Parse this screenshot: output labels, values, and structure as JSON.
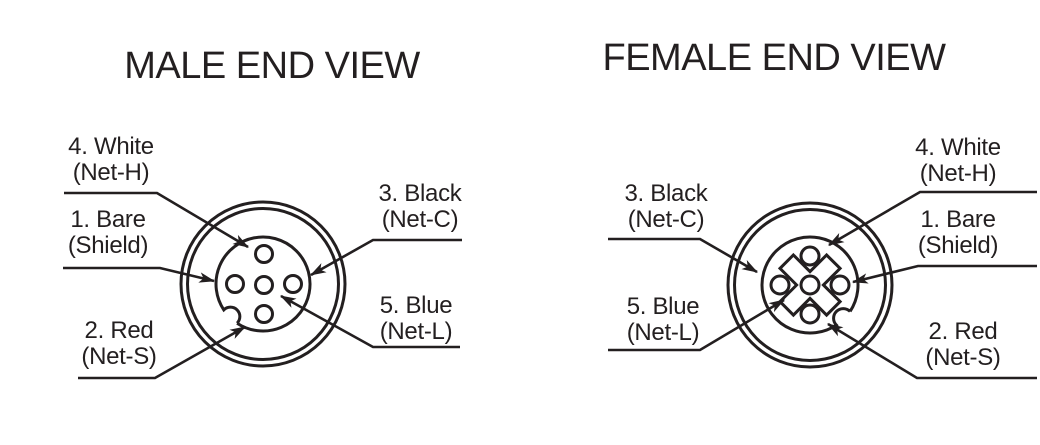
{
  "ink_color": "#231f20",
  "background_color": "#ffffff",
  "male_view": {
    "title": "MALE END VIEW",
    "labels": {
      "pin4": {
        "wire": "4. White",
        "net": "(Net-H)"
      },
      "pin1": {
        "wire": "1. Bare",
        "net": "(Shield)"
      },
      "pin2": {
        "wire": "2. Red",
        "net": "(Net-S)"
      },
      "pin3": {
        "wire": "3. Black",
        "net": "(Net-C)"
      },
      "pin5": {
        "wire": "5. Blue",
        "net": "(Net-L)"
      }
    }
  },
  "female_view": {
    "title": "FEMALE END VIEW",
    "labels": {
      "pin4": {
        "wire": "4. White",
        "net": "(Net-H)"
      },
      "pin1": {
        "wire": "1. Bare",
        "net": "(Shield)"
      },
      "pin2": {
        "wire": "2. Red",
        "net": "(Net-S)"
      },
      "pin3": {
        "wire": "3. Black",
        "net": "(Net-C)"
      },
      "pin5": {
        "wire": "5. Blue",
        "net": "(Net-L)"
      }
    }
  }
}
